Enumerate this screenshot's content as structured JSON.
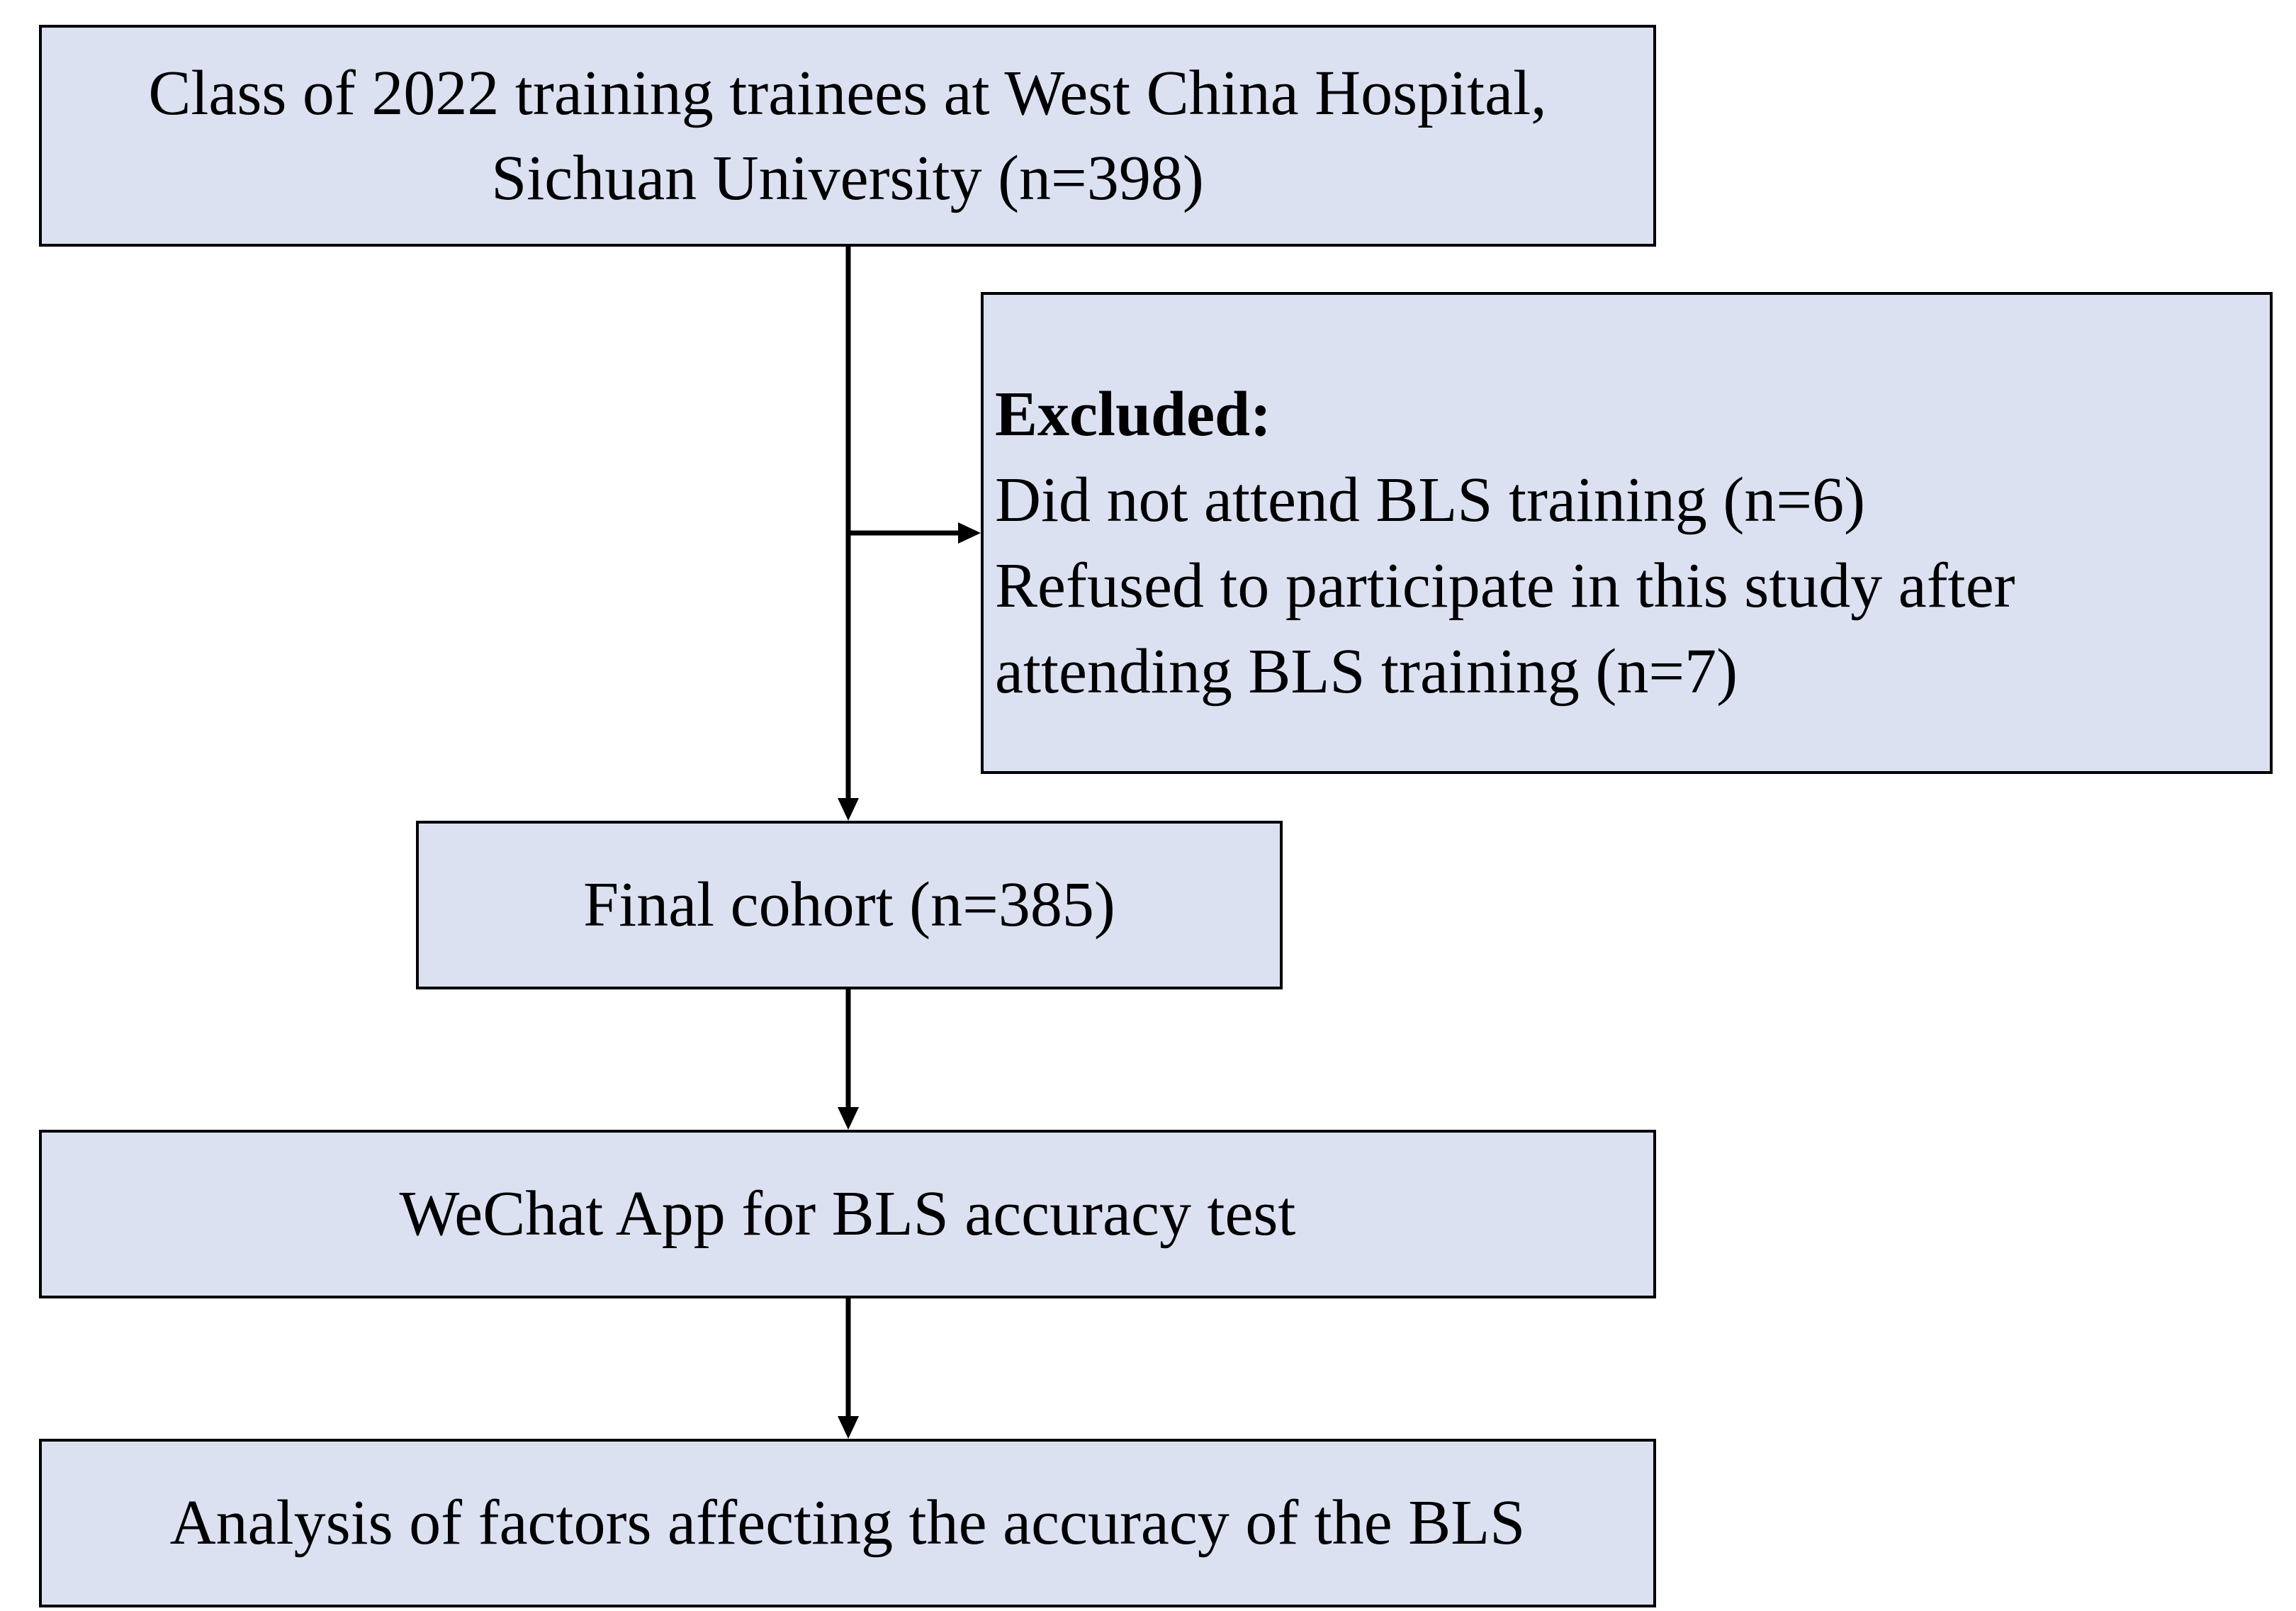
{
  "flowchart": {
    "source": {
      "line1": "Class of 2022 training trainees at West China Hospital,",
      "line2": "Sichuan University (n=398)"
    },
    "excluded": {
      "heading": "Excluded:",
      "line1": "Did not attend BLS training (n=6)",
      "line2": "Refused to participate in this study after",
      "line3": "attending BLS training (n=7)"
    },
    "final": "Final cohort (n=385)",
    "test": "WeChat App for BLS accuracy test",
    "analysis": "Analysis of factors affecting the accuracy of the BLS"
  },
  "colors": {
    "box_fill": "#dce1f2",
    "stroke": "#000000"
  }
}
